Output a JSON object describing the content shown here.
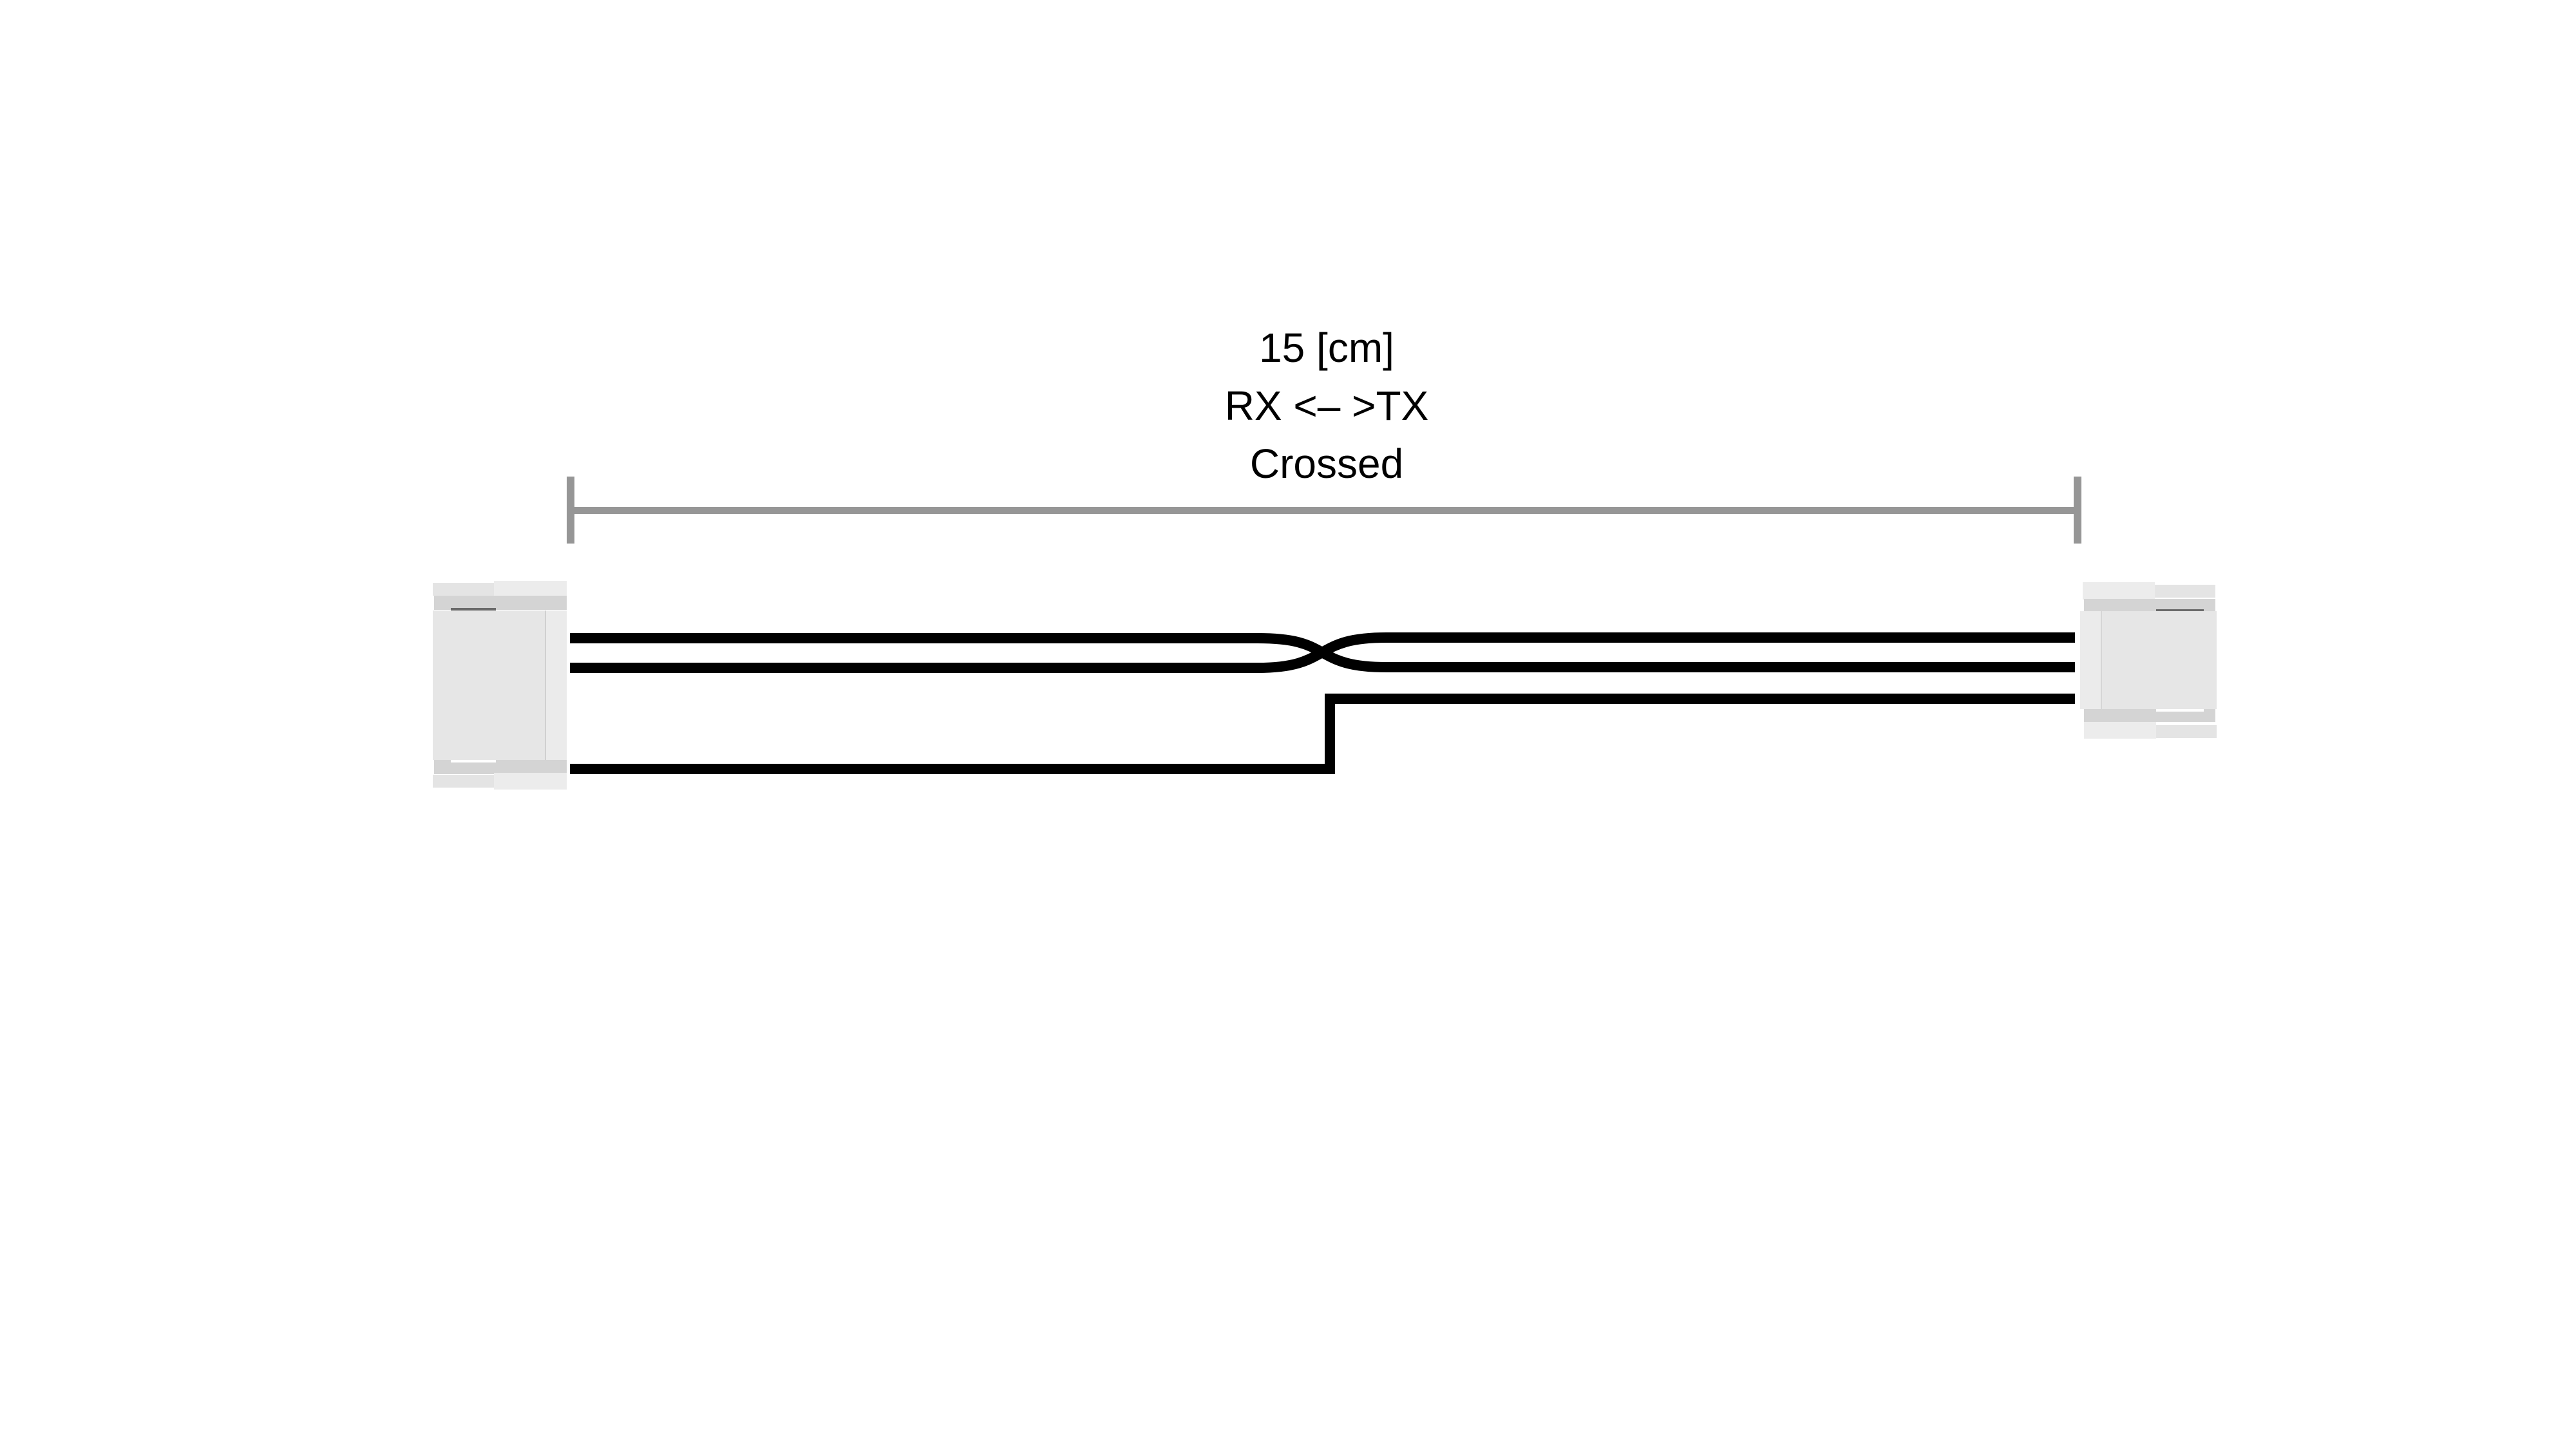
{
  "diagram": {
    "type": "cable-wiring",
    "labels": {
      "length": "15 [cm]",
      "signal": "RX <– >TX",
      "mode": "Crossed"
    },
    "dimension": {
      "value": 15,
      "unit": "cm"
    },
    "connectors": [
      {
        "id": "left-connector",
        "pins": 3
      },
      {
        "id": "right-connector",
        "pins": 3
      }
    ],
    "wires": [
      {
        "id": "wire-1",
        "from": "left-pin-1",
        "to": "right-pin-2",
        "style": "crossed"
      },
      {
        "id": "wire-2",
        "from": "left-pin-2",
        "to": "right-pin-1",
        "style": "crossed"
      },
      {
        "id": "wire-3",
        "from": "left-pin-3",
        "to": "right-pin-3",
        "style": "stepped"
      }
    ],
    "colors": {
      "wire": "#000000",
      "dimension_line": "#969696",
      "connector_body": "#e6e6e6",
      "connector_shade": "#d2d2d2",
      "background": "#ffffff"
    }
  }
}
